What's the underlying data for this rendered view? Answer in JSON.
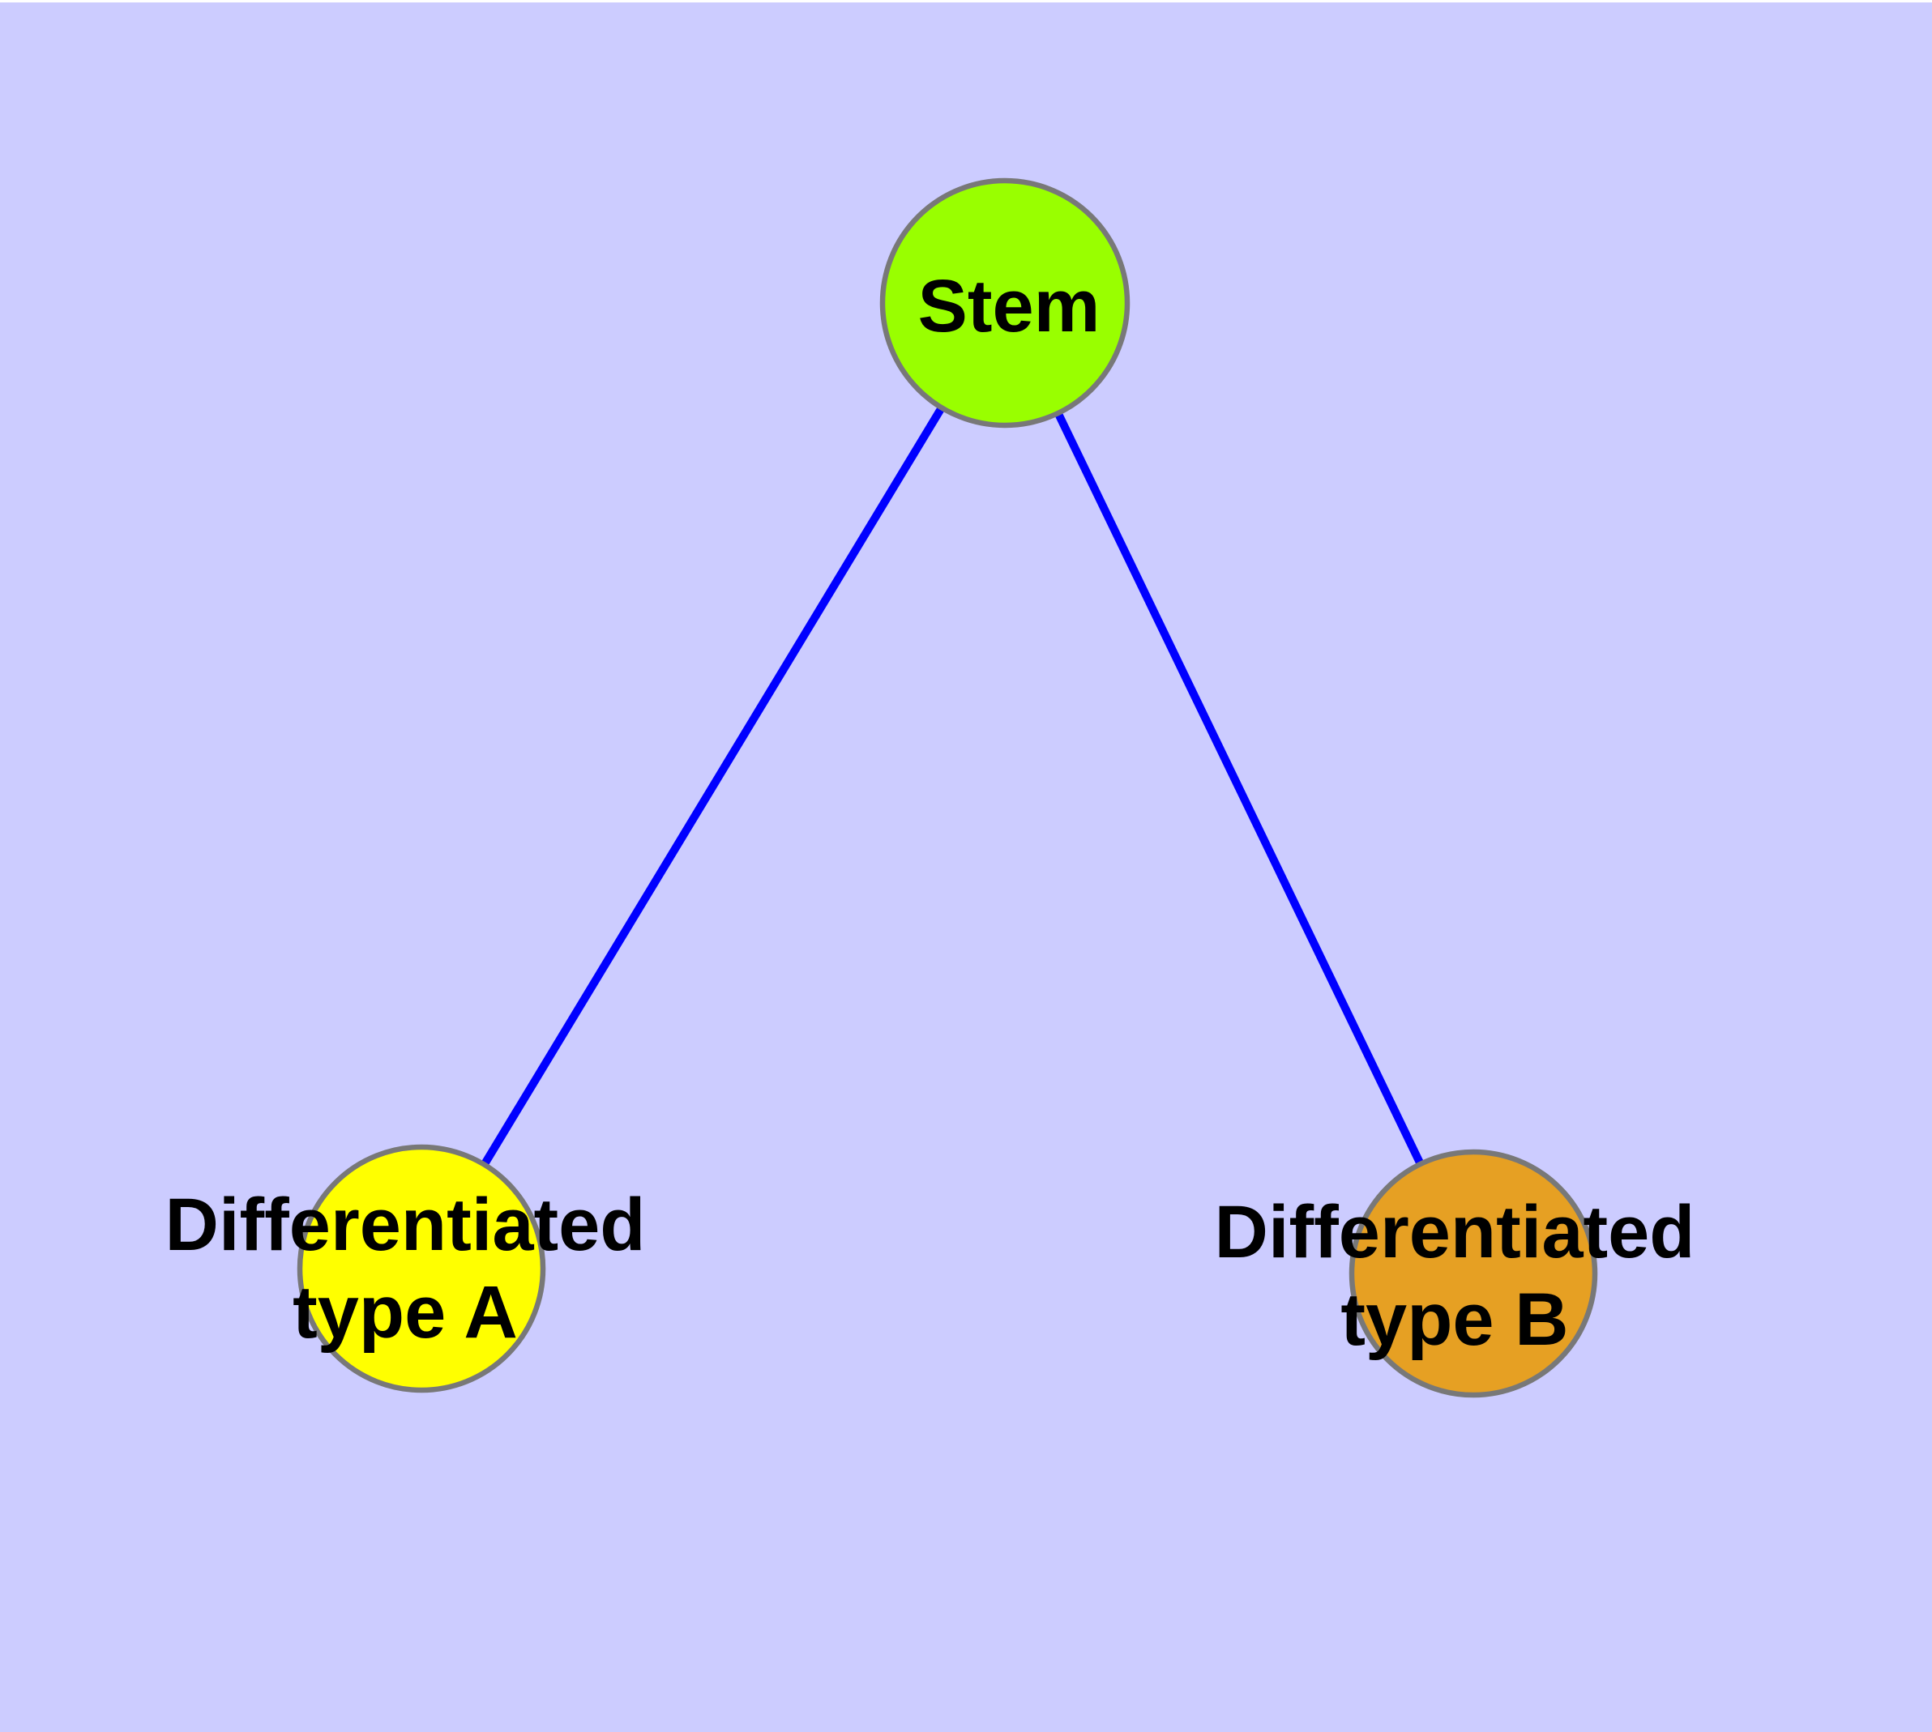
{
  "figure": {
    "type": "graph-diagram",
    "background_color": "#ccccff",
    "edge_color": "#0000ff",
    "node_border_color": "#787878",
    "label_color": "#000000",
    "nodes": [
      {
        "id": "stem",
        "label": "Stem",
        "fill": "#99ff00"
      },
      {
        "id": "differentiated-type-a",
        "label_line1": "Differentiated",
        "label_line2": "type A",
        "fill": "#ffff00"
      },
      {
        "id": "differentiated-type-b",
        "label_line1": "Differentiated",
        "label_line2": "type B",
        "fill": "#e6a023"
      }
    ],
    "edges": [
      {
        "from": "Stem",
        "to": "Differentiated type A"
      },
      {
        "from": "Stem",
        "to": "Differentiated type B"
      }
    ]
  }
}
